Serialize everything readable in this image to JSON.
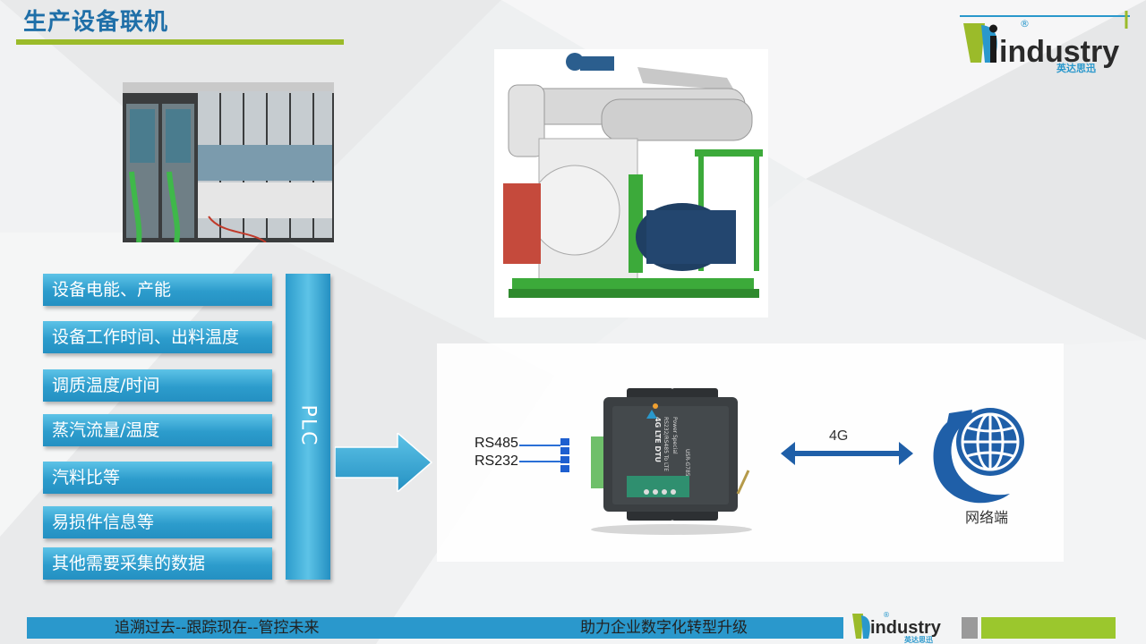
{
  "header": {
    "title": "生产设备联机"
  },
  "brand": {
    "logo_text": "industry",
    "logo_sub": "英达思迅",
    "registered_mark": "®"
  },
  "data_items": [
    {
      "label": "设备电能、产能"
    },
    {
      "label": "设备工作时间、出料温度"
    },
    {
      "label": "调质温度/时间"
    },
    {
      "label": "蒸汽流量/温度"
    },
    {
      "label": "汽料比等"
    },
    {
      "label": "易损件信息等"
    },
    {
      "label": "其他需要采集的数据"
    }
  ],
  "plc": {
    "label": "PLC"
  },
  "dtu": {
    "ports": [
      "RS485",
      "RS232"
    ],
    "device_lines": [
      "4G LTE DTU",
      "RS232/RS485 To LTE",
      "Power Special",
      "USR-G785"
    ]
  },
  "network": {
    "link_label": "4G",
    "endpoint_label": "网络端"
  },
  "footer": {
    "left_text": "追溯过去--跟踪现在--管控未来",
    "right_text": "助力企业数字化转型升级"
  },
  "colors": {
    "title_blue": "#1f6fa8",
    "accent_green": "#9bbb2a",
    "button_blue": "#2c9ccc",
    "arrow_blue": "#1f5fa8"
  }
}
